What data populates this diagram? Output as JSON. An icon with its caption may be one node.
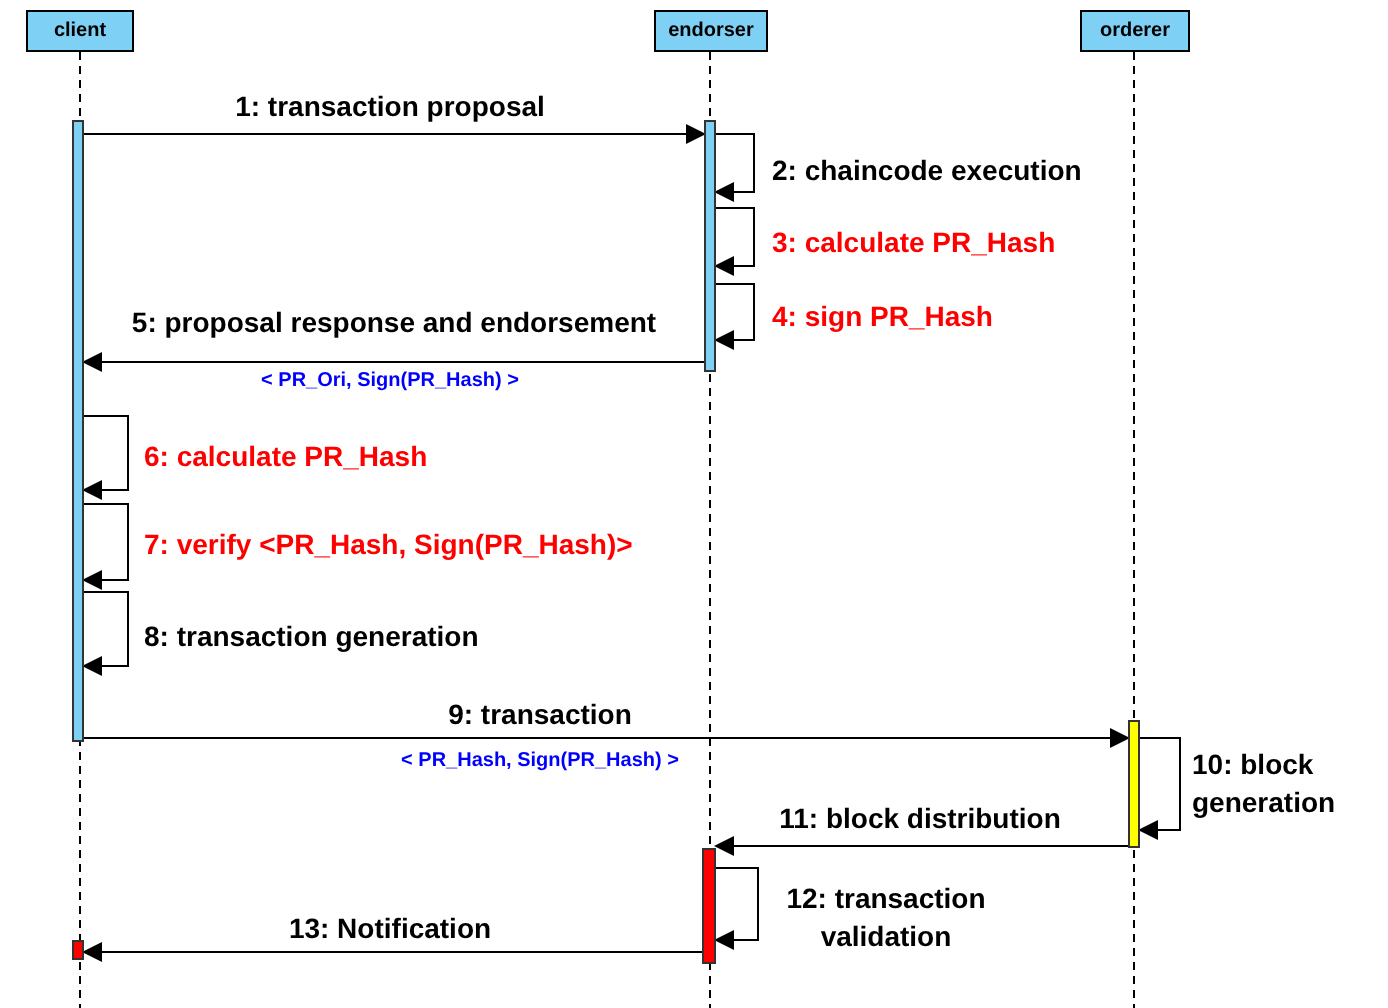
{
  "diagram": {
    "nodes": [
      {
        "text": [
          "client"
        ]
      },
      {
        "text": [
          "endorser"
        ]
      },
      {
        "text": [
          "orderer"
        ]
      },
      {
        "text": [],
        "shape": "bar"
      },
      {
        "text": [],
        "shape": "bar"
      },
      {
        "text": [],
        "shape": "bar"
      },
      {
        "text": [],
        "shape": "bar"
      },
      {
        "text": [],
        "shape": "bar"
      }
    ],
    "edges": [
      {
        "from": 3,
        "to": 4,
        "arrow": "to",
        "label": "1: transaction proposal"
      },
      {
        "from": 4,
        "to": 4,
        "arrow": "to",
        "label": "2: chaincode execution"
      },
      {
        "from": 4,
        "to": 4,
        "arrow": "to",
        "label": "3: calculate PR_Hash"
      },
      {
        "from": 4,
        "to": 4,
        "arrow": "to",
        "label": "4: sign PR_Hash"
      },
      {
        "from": 4,
        "to": 3,
        "arrow": "to",
        "label": "5: proposal response and endorsement"
      },
      {
        "from": 3,
        "to": 3,
        "arrow": "to",
        "label": "6: calculate PR_Hash"
      },
      {
        "from": 3,
        "to": 3,
        "arrow": "to",
        "label": "7: verify <PR_Hash, Sign(PR_Hash)>"
      },
      {
        "from": 3,
        "to": 3,
        "arrow": "to",
        "label": "8: transaction generation"
      },
      {
        "from": 3,
        "to": 5,
        "arrow": "to",
        "label": "9: transaction"
      },
      {
        "from": 5,
        "to": 5,
        "arrow": "to",
        "label": "10: block generation"
      },
      {
        "from": 5,
        "to": 6,
        "arrow": "to",
        "label": "11: block distribution"
      },
      {
        "from": 6,
        "to": 6,
        "arrow": "to",
        "label": "12: transaction validation"
      },
      {
        "from": 6,
        "to": 7,
        "arrow": "to",
        "label": "13: Notification"
      }
    ],
    "labels": [
      "< PR_Ori, Sign(PR_Hash) >",
      "< PR_Hash, Sign(PR_Hash) >"
    ]
  }
}
